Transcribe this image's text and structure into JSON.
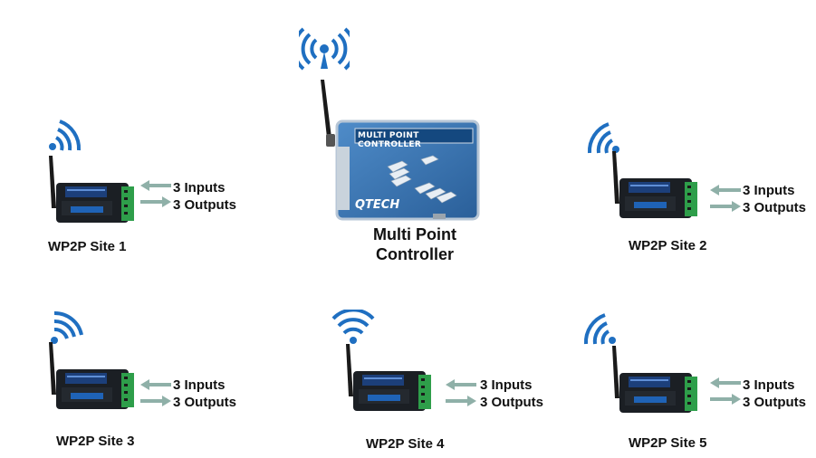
{
  "controller": {
    "title": "MULTI POINT CONTROLLER",
    "brand": "QTECH",
    "caption_line1": "Multi Point",
    "caption_line2": "Controller"
  },
  "sites": [
    {
      "label": "WP2P Site 1",
      "inputs": "3 Inputs",
      "outputs": "3 Outputs",
      "wifi_direction": "right"
    },
    {
      "label": "WP2P Site 2",
      "inputs": "3 Inputs",
      "outputs": "3 Outputs",
      "wifi_direction": "left"
    },
    {
      "label": "WP2P Site 3",
      "inputs": "3 Inputs",
      "outputs": "3 Outputs",
      "wifi_direction": "up-right"
    },
    {
      "label": "WP2P Site 4",
      "inputs": "3 Inputs",
      "outputs": "3 Outputs",
      "wifi_direction": "up"
    },
    {
      "label": "WP2P Site 5",
      "inputs": "3 Inputs",
      "outputs": "3 Outputs",
      "wifi_direction": "left"
    }
  ],
  "device_brand": "QTECH",
  "colors": {
    "wifi": "#1f6fc1",
    "device_body": "#1b1f24",
    "device_panel": "#1c3f7a",
    "terminal": "#2e9e4a",
    "arrow": "#8fb0a8",
    "controller_body": "#3a77b6"
  }
}
